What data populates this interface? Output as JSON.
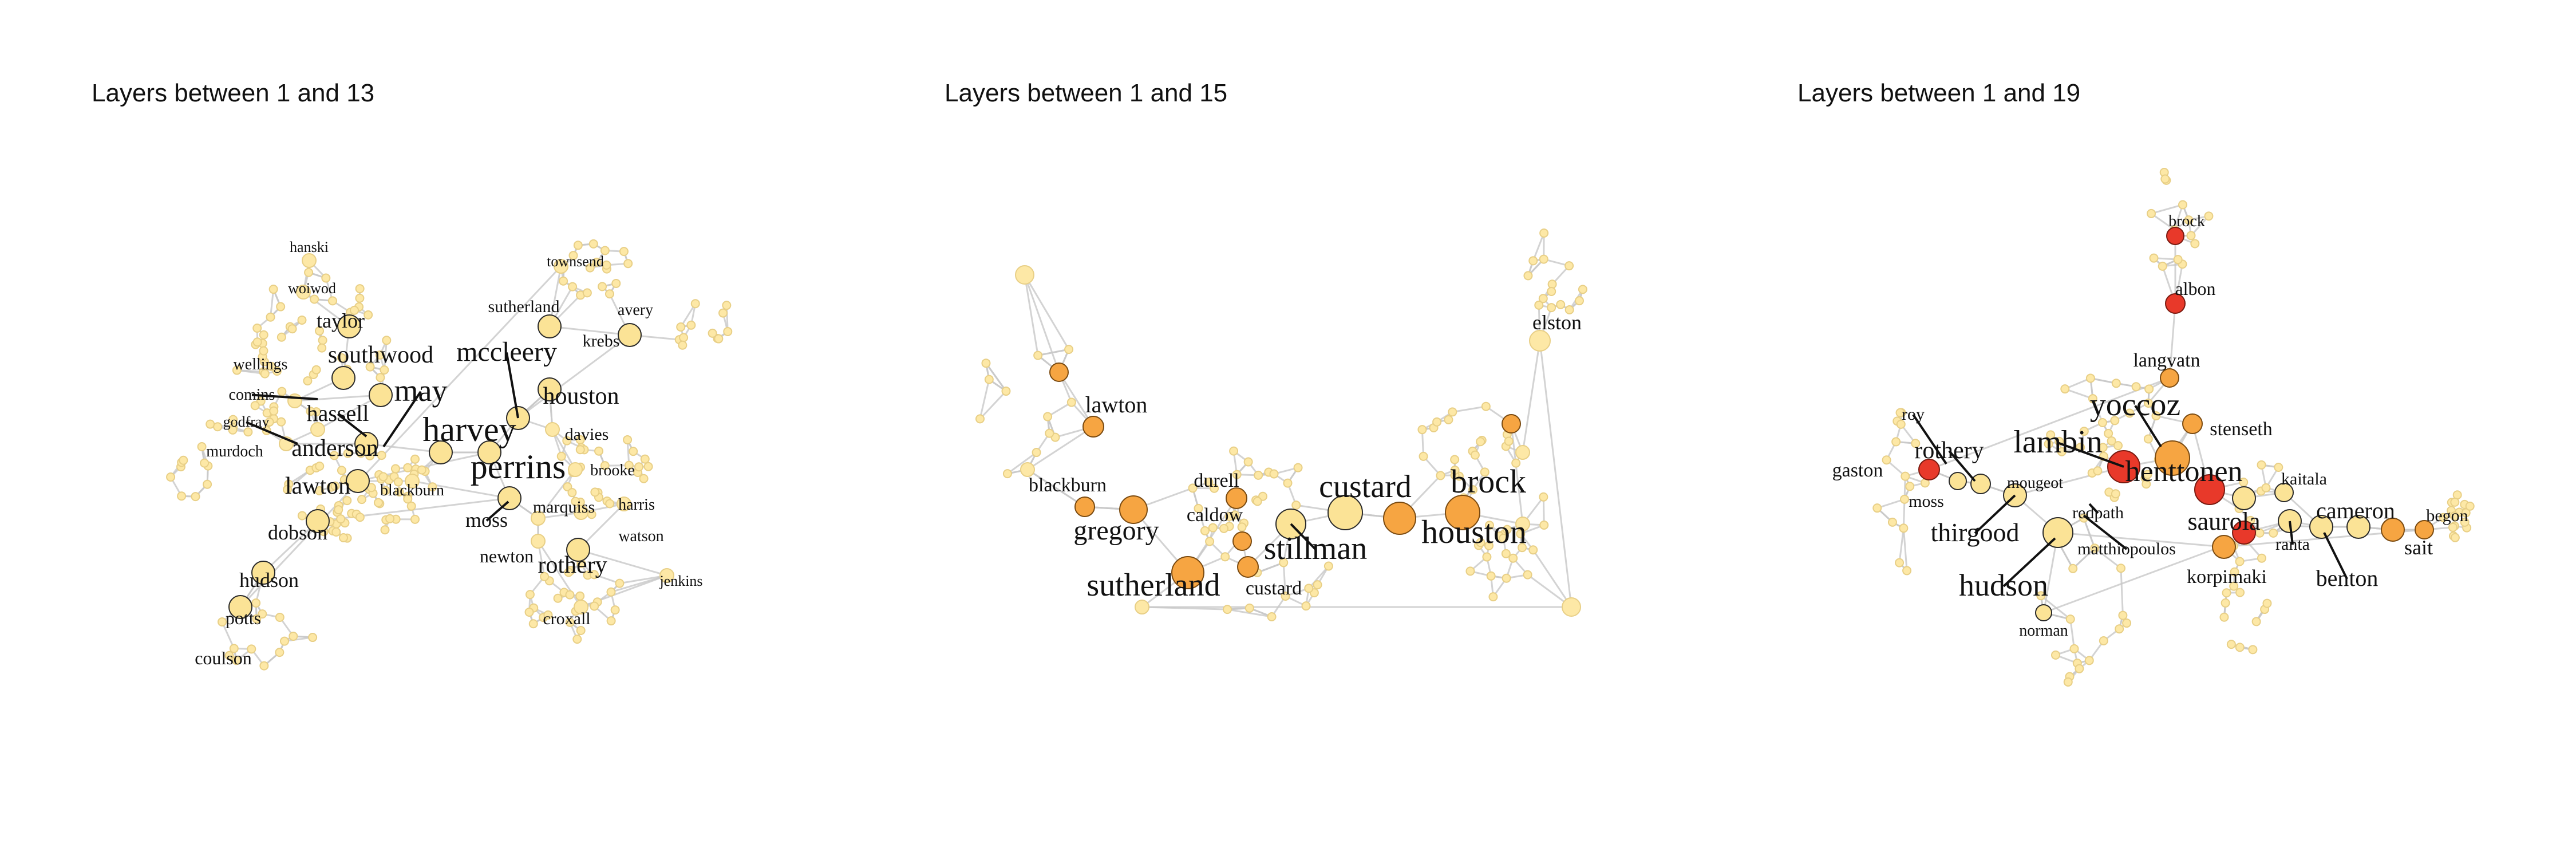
{
  "panels": [
    {
      "title": "Layers between 1 and 13",
      "labels": [
        "hanski",
        "woiwod",
        "taylor",
        "wellings",
        "southwood",
        "comins",
        "may",
        "hassell",
        "godfray",
        "murdoch",
        "anderson",
        "harvey",
        "lawton",
        "blackburn",
        "perrins",
        "moss",
        "dobson",
        "hudson",
        "potts",
        "coulson",
        "townsend",
        "sutherland",
        "avery",
        "krebs",
        "mccleery",
        "houston",
        "davies",
        "brooke",
        "marquiss",
        "harris",
        "newton",
        "watson",
        "rothery",
        "jenkins",
        "croxall"
      ]
    },
    {
      "title": "Layers between 1 and 15",
      "labels": [
        "elston",
        "lawton",
        "blackburn",
        "durell",
        "custard",
        "brock",
        "gregory",
        "caldow",
        "stillman",
        "houston",
        "sutherland",
        "custard"
      ]
    },
    {
      "title": "Layers between 1 and 19",
      "labels": [
        "brock",
        "albon",
        "langvatn",
        "yoccoz",
        "roy",
        "lambin",
        "stenseth",
        "gaston",
        "rothery",
        "henttonen",
        "moss",
        "mougeot",
        "kaitala",
        "redpath",
        "thirgood",
        "saurola",
        "cameron",
        "ranta",
        "begon",
        "sait",
        "matthiopoulos",
        "hudson",
        "korpimaki",
        "benton",
        "norman"
      ]
    }
  ],
  "colors": {
    "pale": "#fde8a6",
    "light": "#fbe396",
    "orange": "#f6a542",
    "red": "#e8392a",
    "edge": "#c8c8c8"
  }
}
